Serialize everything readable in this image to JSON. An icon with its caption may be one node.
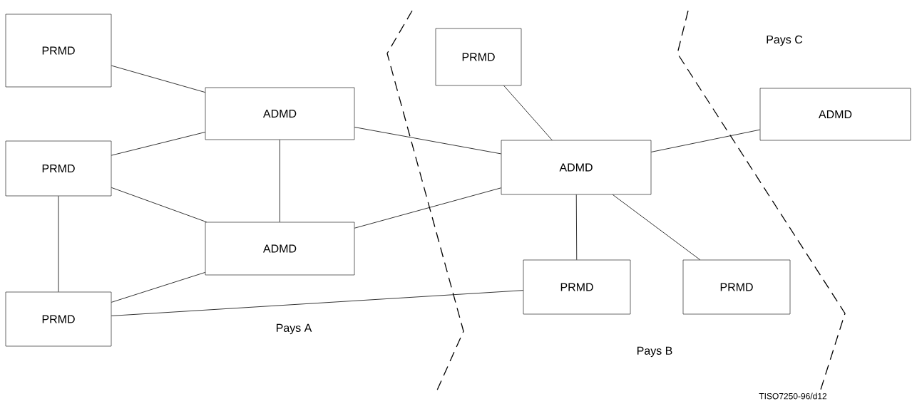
{
  "diagram": {
    "nodes": [
      {
        "text": [
          "PRMD"
        ]
      },
      {
        "text": [
          "ADMD"
        ]
      },
      {
        "text": [
          "PRMD"
        ]
      },
      {
        "text": [
          "ADMD"
        ]
      },
      {
        "text": [
          "PRMD"
        ]
      },
      {
        "text": [
          "PRMD"
        ]
      },
      {
        "text": [
          "ADMD"
        ]
      },
      {
        "text": [
          "ADMD"
        ]
      },
      {
        "text": [
          "PRMD"
        ]
      },
      {
        "text": [
          "PRMD"
        ]
      }
    ],
    "edges": [
      {
        "from": 0,
        "to": 1,
        "arrow": "none"
      },
      {
        "from": 2,
        "to": 1,
        "arrow": "none"
      },
      {
        "from": 1,
        "to": 3,
        "arrow": "none"
      },
      {
        "from": 2,
        "to": 3,
        "arrow": "none"
      },
      {
        "from": 2,
        "to": 4,
        "arrow": "none"
      },
      {
        "from": 4,
        "to": 3,
        "arrow": "none"
      },
      {
        "from": 4,
        "to": 8,
        "arrow": "none"
      },
      {
        "from": 1,
        "to": 6,
        "arrow": "none"
      },
      {
        "from": 3,
        "to": 6,
        "arrow": "none"
      },
      {
        "from": 5,
        "to": 6,
        "arrow": "none"
      },
      {
        "from": 6,
        "to": 7,
        "arrow": "none"
      },
      {
        "from": 6,
        "to": 8,
        "arrow": "none"
      },
      {
        "from": 6,
        "to": 9,
        "arrow": "none"
      }
    ],
    "labels": [
      "Pays C",
      "Pays A",
      "Pays B",
      "TISO7250-96/d12"
    ]
  }
}
